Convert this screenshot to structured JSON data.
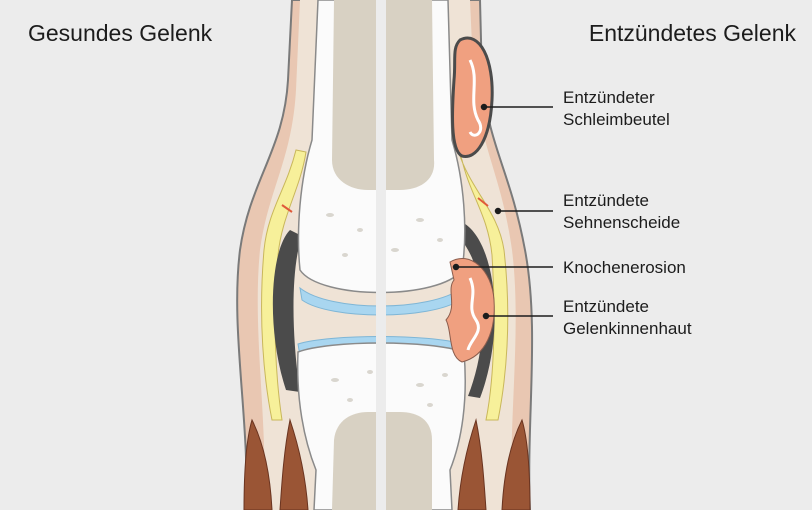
{
  "titles": {
    "healthy": "Gesundes Gelenk",
    "inflamed": "Entzündetes Gelenk"
  },
  "labels": [
    {
      "id": "bursa",
      "text": "Entzündeter\nSchleimbeutel"
    },
    {
      "id": "tendon-sheath",
      "text": "Entzündete\nSehnenscheide"
    },
    {
      "id": "bone-erosion",
      "text": "Knochenerosion"
    },
    {
      "id": "synovium",
      "text": "Entzündete\nGelenkinnenhaut"
    }
  ],
  "colors": {
    "background": "#ececec",
    "bone": "#d8d1c3",
    "cancellous_bone": "#fbfbfb",
    "cartilage": "#a9d6f0",
    "tendon": "#f7f09a",
    "capsule": "#4b4b4b",
    "inflamed_tissue": "#f0a080",
    "muscle": "#9a5535",
    "skin": "#e9c7b2"
  }
}
